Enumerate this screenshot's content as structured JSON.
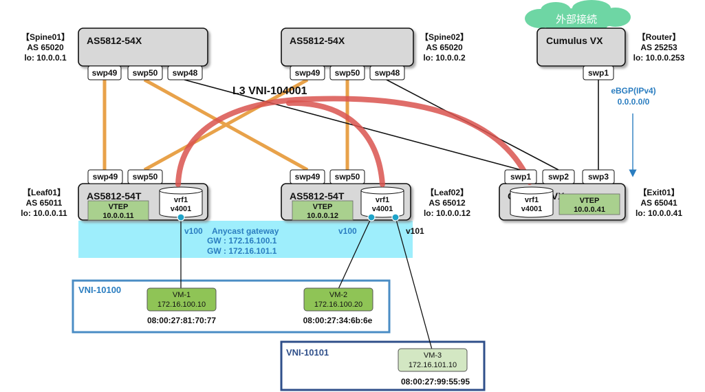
{
  "cloud": {
    "label": "外部接続"
  },
  "spine01": {
    "model": "AS5812-54X",
    "info": [
      "【Spine01】",
      "AS 65020",
      "lo: 10.0.0.1"
    ],
    "ports": [
      "swp49",
      "swp50",
      "swp48"
    ]
  },
  "spine02": {
    "model": "AS5812-54X",
    "info": [
      "【Spine02】",
      "AS 65020",
      "lo: 10.0.0.2"
    ],
    "ports": [
      "swp49",
      "swp50",
      "swp48"
    ]
  },
  "router": {
    "model": "Cumulus VX",
    "info": [
      "【Router】",
      "AS 25253",
      "lo: 10.0.0.253"
    ],
    "ports": [
      "swp1"
    ]
  },
  "leaf01": {
    "model": "AS5812-54T",
    "info": [
      "【Leaf01】",
      "AS 65011",
      "lo: 10.0.0.11"
    ],
    "ports": [
      "swp49",
      "swp50"
    ],
    "vtep": [
      "VTEP",
      "10.0.0.11"
    ],
    "vrf": [
      "vrf1",
      "v4001"
    ]
  },
  "leaf02": {
    "model": "AS5812-54T",
    "info": [
      "【Leaf02】",
      "AS 65012",
      "lo: 10.0.0.12"
    ],
    "ports": [
      "swp49",
      "swp50"
    ],
    "vtep": [
      "VTEP",
      "10.0.0.12"
    ],
    "vrf": [
      "vrf1",
      "v4001"
    ]
  },
  "exit01": {
    "model": "Cumulus VX",
    "info": [
      "【Exit01】",
      "AS 65041",
      "lo: 10.0.0.41"
    ],
    "ports": [
      "swp1",
      "swp2",
      "swp3"
    ],
    "vtep": [
      "VTEP",
      "10.0.0.41"
    ],
    "vrf": [
      "vrf1",
      "v4001"
    ]
  },
  "l3vni": {
    "label": "L3 VNI-104001"
  },
  "ebgp": {
    "lines": [
      "eBGP(IPv4)",
      "0.0.0.0/0"
    ]
  },
  "anycast": {
    "title": "Anycast gateway",
    "gw1": "GW : 172.16.100.1",
    "gw2": "GW : 172.16.101.1"
  },
  "vlans": {
    "leaf01_v100": "v100",
    "leaf02_v100": "v100",
    "leaf02_v101": "v101"
  },
  "vni10100": {
    "label": "VNI-10100"
  },
  "vni10101": {
    "label": "VNI-10101"
  },
  "vms": [
    {
      "name": "VM-1",
      "ip": "172.16.100.10",
      "mac": "08:00:27:81:70:77"
    },
    {
      "name": "VM-2",
      "ip": "172.16.100.20",
      "mac": "08:00:27:34:6b:6e"
    },
    {
      "name": "VM-3",
      "ip": "172.16.101.10",
      "mac": "08:00:27:99:55:95"
    }
  ],
  "colors": {
    "orange_link": "#e8a24a",
    "l3vni_arc": "#d9534f",
    "anycast_band": "#9eeefc",
    "vni10100_border": "#4a8cc4",
    "vni10101_border": "#2f4f8a",
    "vm_fill": "#8fc456",
    "vm3_fill": "#d3e7c3",
    "cloud": "#6ed6a4",
    "blue_text": "#2a7dc0"
  }
}
